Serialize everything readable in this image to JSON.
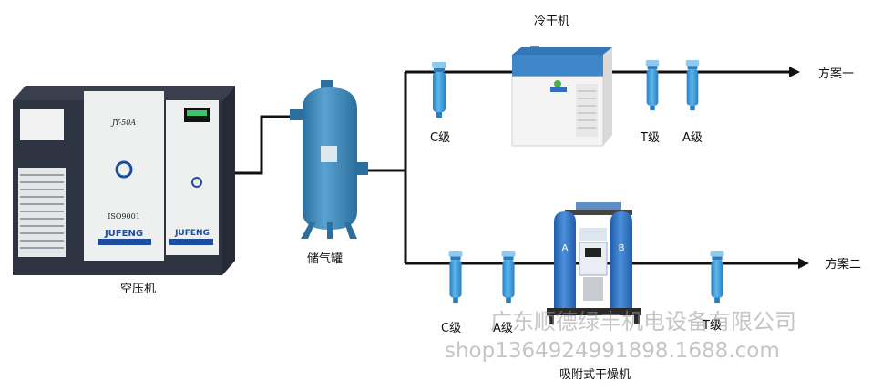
{
  "labels": {
    "compressor": "空压机",
    "tank": "储气罐",
    "refrigerated_dryer": "冷干机",
    "adsorption_dryer": "吸附式干燥机",
    "plan_one": "方案一",
    "plan_two": "方案二",
    "top_c": "C级",
    "top_t": "T级",
    "top_a": "A级",
    "bottom_c": "C级",
    "bottom_a": "A级",
    "bottom_t": "T级"
  },
  "machine_text": {
    "model": "JY-50A",
    "iso": "ISO9001",
    "brand_left": "JUFENG",
    "brand_right": "JUFENG",
    "dryer_tower_a": "A",
    "dryer_tower_b": "B"
  },
  "watermark": {
    "company": "广东顺德绿丰机电设备有限公司",
    "shop": "shop1364924991898.1688.com"
  },
  "colors": {
    "pipe": "#111111",
    "filter_blue": "#3a98d8",
    "tank_blue": "#3d86b8",
    "dryer_blue": "#2f6fbf"
  }
}
